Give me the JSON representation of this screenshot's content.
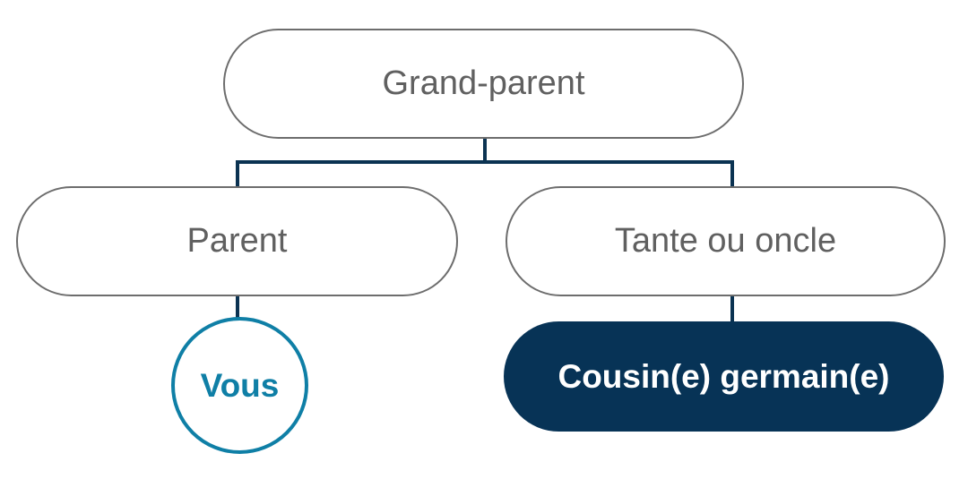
{
  "colors": {
    "connector": "#0b3352",
    "pill_border": "#6d6d6d",
    "pill_text": "#606060",
    "you_accent": "#0f7fa6",
    "cousin_fill": "#073356",
    "cousin_text": "#ffffff"
  },
  "nodes": {
    "grandparent": "Grand-parent",
    "parent": "Parent",
    "aunt_uncle": "Tante ou oncle",
    "you": "Vous",
    "first_cousin": "Cousin(e) germain(e)"
  }
}
